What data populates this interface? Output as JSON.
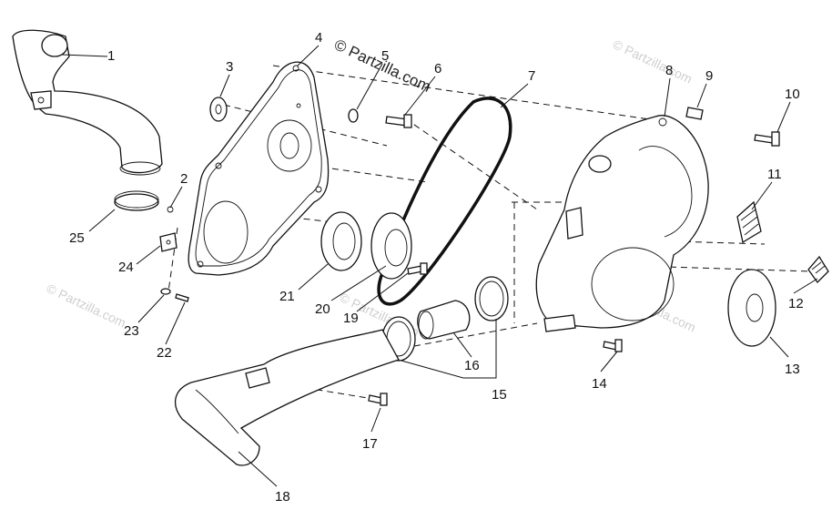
{
  "watermark": {
    "main": "© Partzilla.com",
    "faint": "© Partzilla.com"
  },
  "callouts": {
    "c1": "1",
    "c2": "2",
    "c3": "3",
    "c4": "4",
    "c5": "5",
    "c6": "6",
    "c7": "7",
    "c8": "8",
    "c9": "9",
    "c10": "10",
    "c11": "11",
    "c12": "12",
    "c13": "13",
    "c14": "14",
    "c15": "15",
    "c16": "16",
    "c17": "17",
    "c18": "18",
    "c19": "19",
    "c20": "20",
    "c21": "21",
    "c22": "22",
    "c23": "23",
    "c24": "24",
    "c25": "25"
  }
}
